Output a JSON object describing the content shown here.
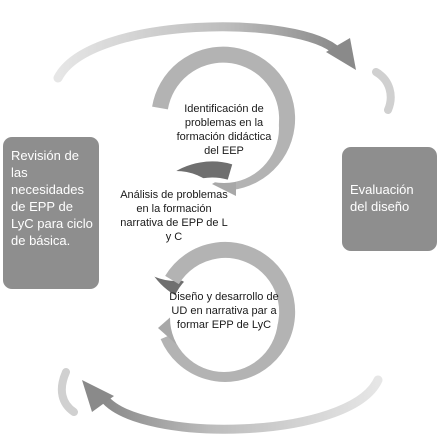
{
  "side_boxes": {
    "left": "Revisión de las necesidades de EPP de LyC para ciclo de básica.",
    "right": "Evaluación del diseño"
  },
  "steps": [
    "Identificación de problemas en la formación didáctica del EEP",
    "Análisis de problemas en la formación narrativa de EPP de L y C",
    "Diseño y desarrollo de UD en narrativa par a formar EPP de LyC"
  ],
  "colors": {
    "box_fill": "#8e8e8e",
    "arrow_light": "#bdbdbd",
    "arrow_dark": "#6f6f6f",
    "ring_fill": "#b3b3b3"
  }
}
